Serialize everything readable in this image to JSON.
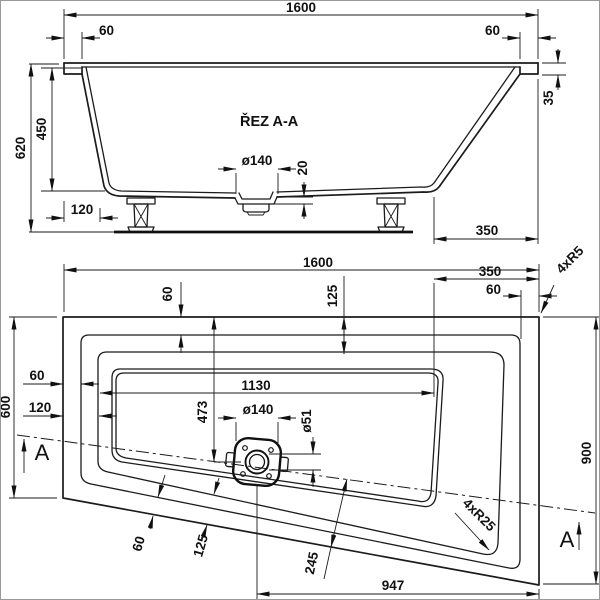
{
  "drawing": {
    "section": {
      "title": "ŘEZ A-A",
      "length": "1600",
      "rim_left": "60",
      "rim_right": "60",
      "rim_height": "35",
      "height": "620",
      "depth": "450",
      "foot_offset": "120",
      "drain_dia": "ø140",
      "recess": "20",
      "backrest": "350"
    },
    "plan": {
      "length": "1600",
      "back_top": "350",
      "rim_right": "60",
      "r_outer": "4xR5",
      "rim_top": "60",
      "water_top": "125",
      "width_left": "600",
      "rim_left": "60",
      "water_left": "120",
      "floor_length": "1130",
      "drain_y": "473",
      "drain_dia": "ø140",
      "drain_hole": "ø51",
      "rim_bottom": "60",
      "water_bottom": "125",
      "drain_offset": "245",
      "r_inner": "4xR25",
      "drain_x": "947",
      "width_right": "900",
      "marker_a": "A"
    }
  }
}
